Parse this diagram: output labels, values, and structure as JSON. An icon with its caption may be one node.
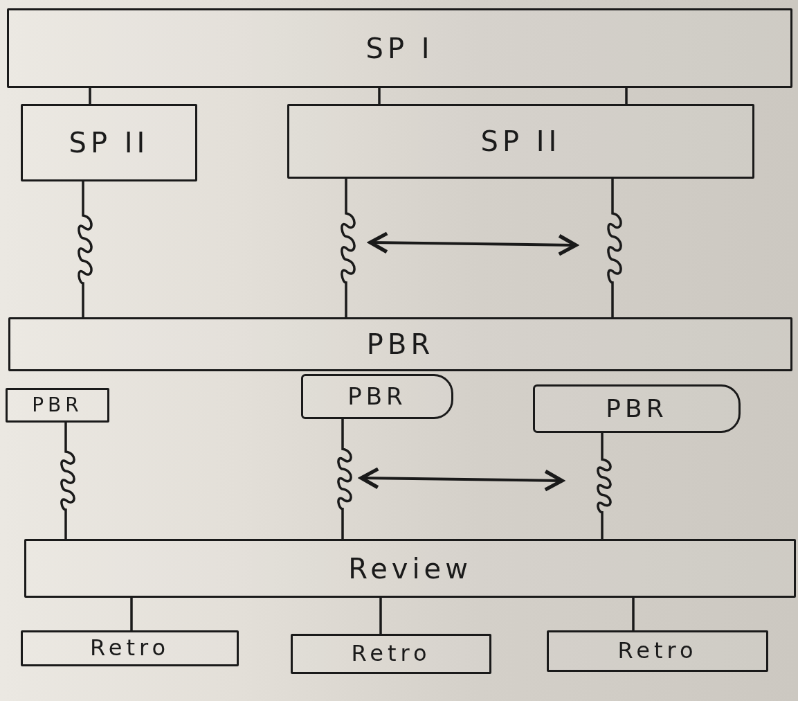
{
  "diagram": {
    "nodes": [
      {
        "text": [
          "SP I"
        ]
      },
      {
        "text": [
          "SP II"
        ]
      },
      {
        "text": [
          "SP II"
        ]
      },
      {
        "text": [
          "PBR"
        ]
      },
      {
        "text": [
          "PBR"
        ]
      },
      {
        "text": [
          "PBR"
        ]
      },
      {
        "text": [
          "PBR"
        ]
      },
      {
        "text": [
          "Review"
        ]
      },
      {
        "text": [
          "Retro"
        ]
      },
      {
        "text": [
          "Retro"
        ]
      },
      {
        "text": [
          "Retro"
        ]
      }
    ],
    "edges": [
      {
        "from": 0,
        "to": 1,
        "arrow": "none"
      },
      {
        "from": 0,
        "to": 2,
        "arrow": "none"
      },
      {
        "from": 0,
        "to": 2,
        "arrow": "none"
      },
      {
        "from": 1,
        "to": 3,
        "arrow": "none"
      },
      {
        "from": 2,
        "to": 3,
        "arrow": "none"
      },
      {
        "from": 2,
        "to": 3,
        "arrow": "none"
      },
      {
        "from": 4,
        "to": 7,
        "arrow": "none"
      },
      {
        "from": 5,
        "to": 7,
        "arrow": "none"
      },
      {
        "from": 6,
        "to": 7,
        "arrow": "none"
      },
      {
        "from": 7,
        "to": 8,
        "arrow": "none"
      },
      {
        "from": 7,
        "to": 9,
        "arrow": "none"
      },
      {
        "from": 7,
        "to": 10,
        "arrow": "none"
      }
    ]
  }
}
